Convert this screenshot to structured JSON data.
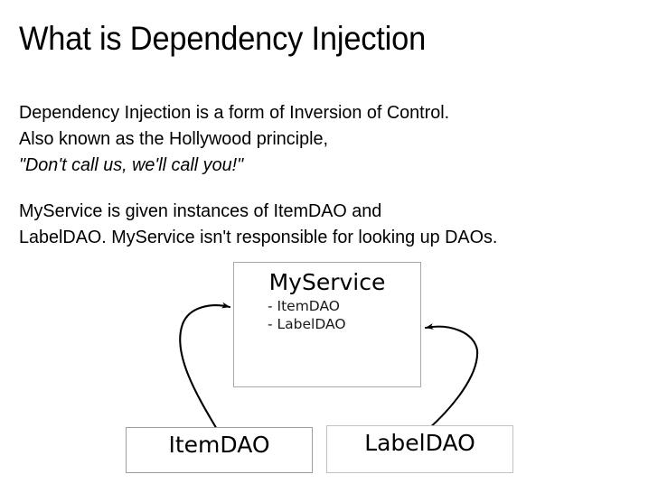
{
  "slide": {
    "title": "What is Dependency Injection",
    "background_color": "#ffffff",
    "text_color": "#000000"
  },
  "body": {
    "lines": [
      {
        "text": "Dependency Injection is a form of Inversion of Control.",
        "style": "normal"
      },
      {
        "text": "Also known as the Hollywood principle,",
        "style": "normal"
      },
      {
        "text": "\"Don't call us, we'll call you!\"",
        "style": "italic"
      },
      {
        "text": "MyService is given instances of ItemDAO and",
        "style": "normal"
      },
      {
        "text": "LabelDAO.  MyService isn't responsible for looking up DAOs.",
        "style": "normal"
      }
    ]
  },
  "diagram": {
    "border_color": "#b7b7b7",
    "arrow_color": "#000000",
    "service_node": {
      "title": "MyService",
      "dependencies": [
        "- ItemDAO",
        "- LabelDAO"
      ]
    },
    "dao_nodes": [
      {
        "title": "ItemDAO"
      },
      {
        "title": "LabelDAO"
      }
    ],
    "arrows": [
      {
        "from": "ItemDAO",
        "to": "MyService",
        "direction": "right"
      },
      {
        "from": "LabelDAO",
        "to": "MyService",
        "direction": "left"
      }
    ]
  }
}
